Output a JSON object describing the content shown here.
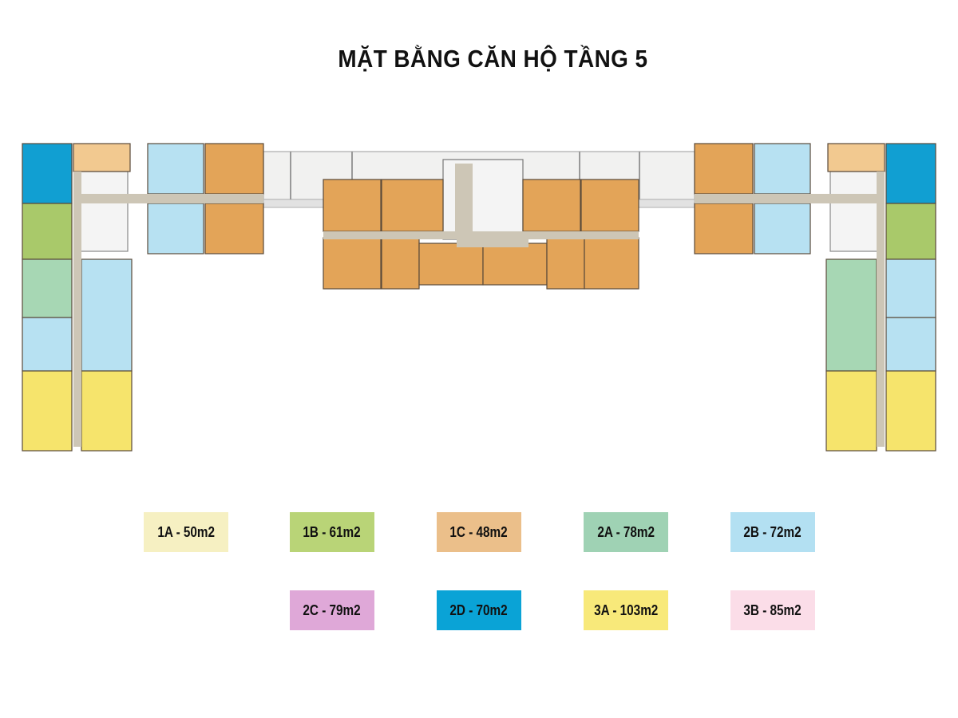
{
  "title": "MẶT BẰNG CĂN HỘ TẦNG 5",
  "legend": [
    {
      "code": "1A",
      "label": "1A - 50m2",
      "area_m2": 50,
      "color": "#f6f0c2"
    },
    {
      "code": "1B",
      "label": "1B - 61m2",
      "area_m2": 61,
      "color": "#b9d477"
    },
    {
      "code": "1C",
      "label": "1C - 48m2",
      "area_m2": 48,
      "color": "#ebbf8a"
    },
    {
      "code": "2A",
      "label": "2A - 78m2",
      "area_m2": 78,
      "color": "#9fd2b4"
    },
    {
      "code": "2B",
      "label": "2B - 72m2",
      "area_m2": 72,
      "color": "#b3e0f2"
    },
    {
      "code": "2C",
      "label": "2C - 79m2",
      "area_m2": 79,
      "color": "#dfa8d8"
    },
    {
      "code": "2D",
      "label": "2D - 70m2",
      "area_m2": 70,
      "color": "#0aa3d6"
    },
    {
      "code": "3A",
      "label": "3A - 103m2",
      "area_m2": 103,
      "color": "#f8e97a"
    },
    {
      "code": "3B",
      "label": "3B - 85m2",
      "area_m2": 85,
      "color": "#fbdde8"
    }
  ],
  "plan_colors": {
    "corridor": "#cdc6b6",
    "unit_orange": "#e3a458",
    "unit_pale_orange": "#f2c990",
    "unit_blue": "#b7e1f2",
    "unit_dark_blue": "#119fd2",
    "unit_green": "#a9c96a",
    "unit_teal": "#a7d7b4",
    "unit_yellow": "#f6e46c",
    "wall": "#5a4a3a"
  }
}
